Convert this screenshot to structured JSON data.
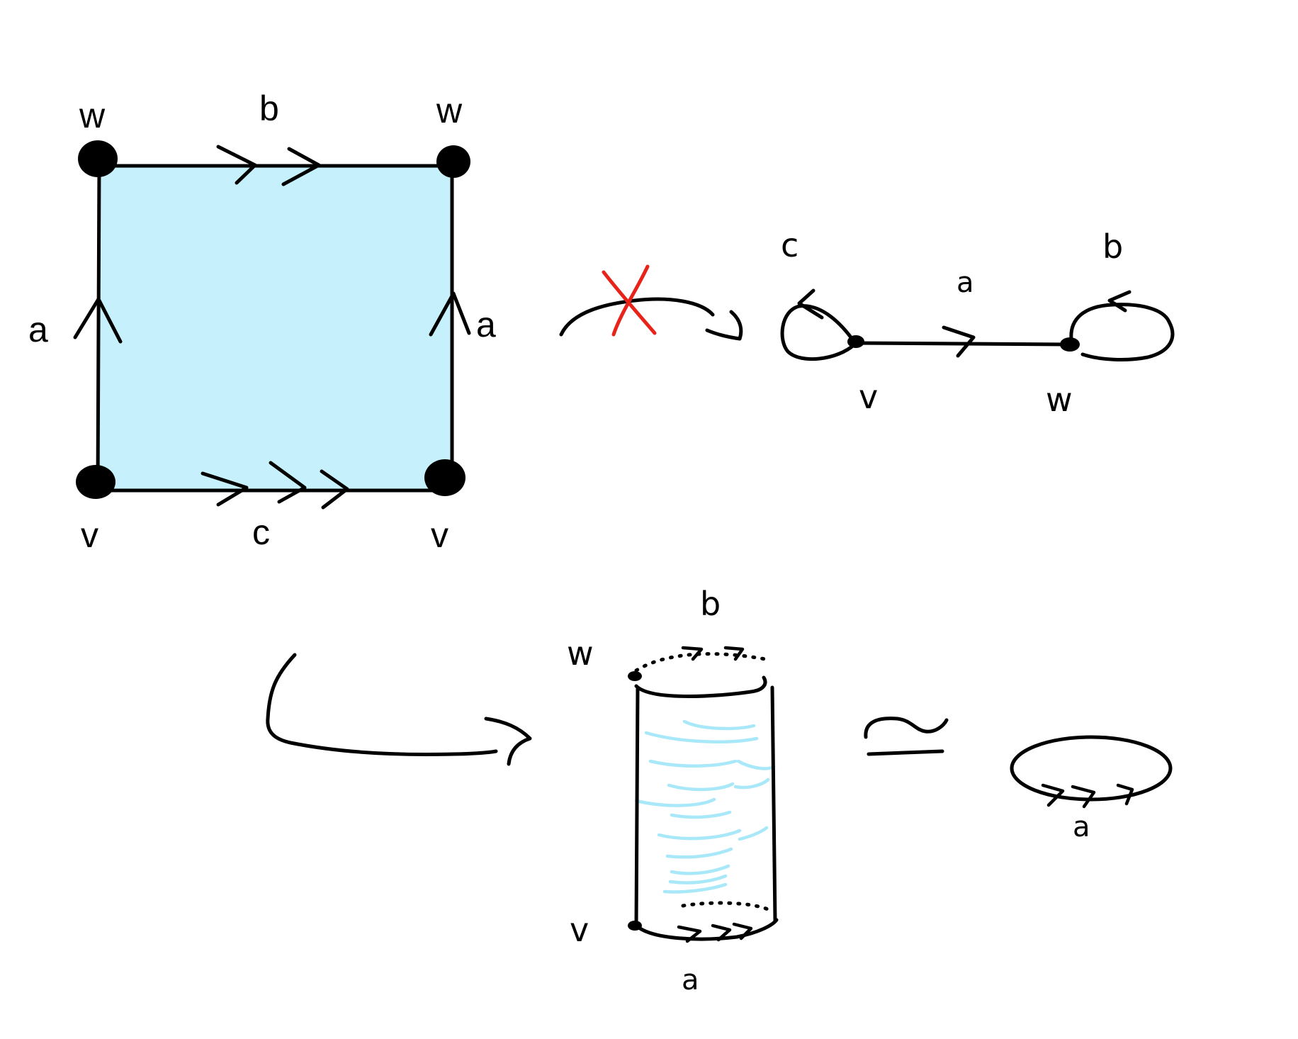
{
  "colors": {
    "square_fill": "#c6f1fc",
    "shading": "#a8e8f8",
    "cross_out": "#e8231a",
    "ink": "#000000"
  },
  "square": {
    "corner_top_left": "w",
    "corner_top_right": "w",
    "corner_bottom_left": "v",
    "corner_bottom_right": "v",
    "edge_top": "b",
    "edge_bottom": "c",
    "edge_left": "a",
    "edge_right": "a"
  },
  "graph": {
    "loop_left": "c",
    "loop_right": "b",
    "edge_middle": "a",
    "vertex_left": "v",
    "vertex_right": "w"
  },
  "cylinder": {
    "top_label": "b",
    "vertex_top": "w",
    "vertex_bottom": "v",
    "bottom_label": "a"
  },
  "equivalence": {
    "symbol": "≃",
    "circle_label": "a"
  }
}
